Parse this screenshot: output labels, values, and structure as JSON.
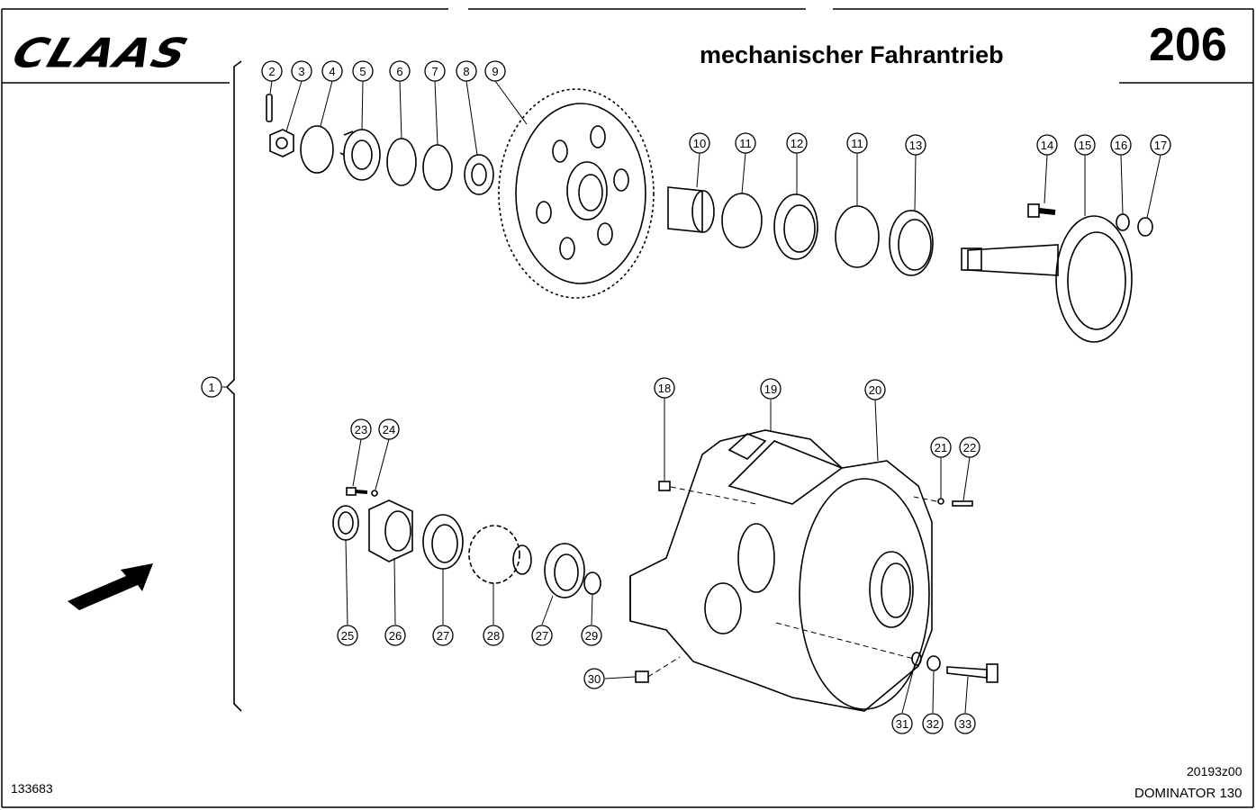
{
  "header": {
    "brand": "CLAAS",
    "title": "mechanischer Fahrantrieb",
    "page_number": "206"
  },
  "footer": {
    "document_number": "133683",
    "drawing_reference": "20193z00",
    "model": "DOMINATOR 130"
  },
  "callouts": [
    "1",
    "2",
    "3",
    "4",
    "5",
    "6",
    "7",
    "8",
    "9",
    "10",
    "11",
    "12",
    "11",
    "13",
    "14",
    "15",
    "16",
    "17",
    "18",
    "19",
    "20",
    "21",
    "22",
    "23",
    "24",
    "25",
    "26",
    "27",
    "28",
    "27",
    "29",
    "30",
    "31",
    "32",
    "33"
  ]
}
